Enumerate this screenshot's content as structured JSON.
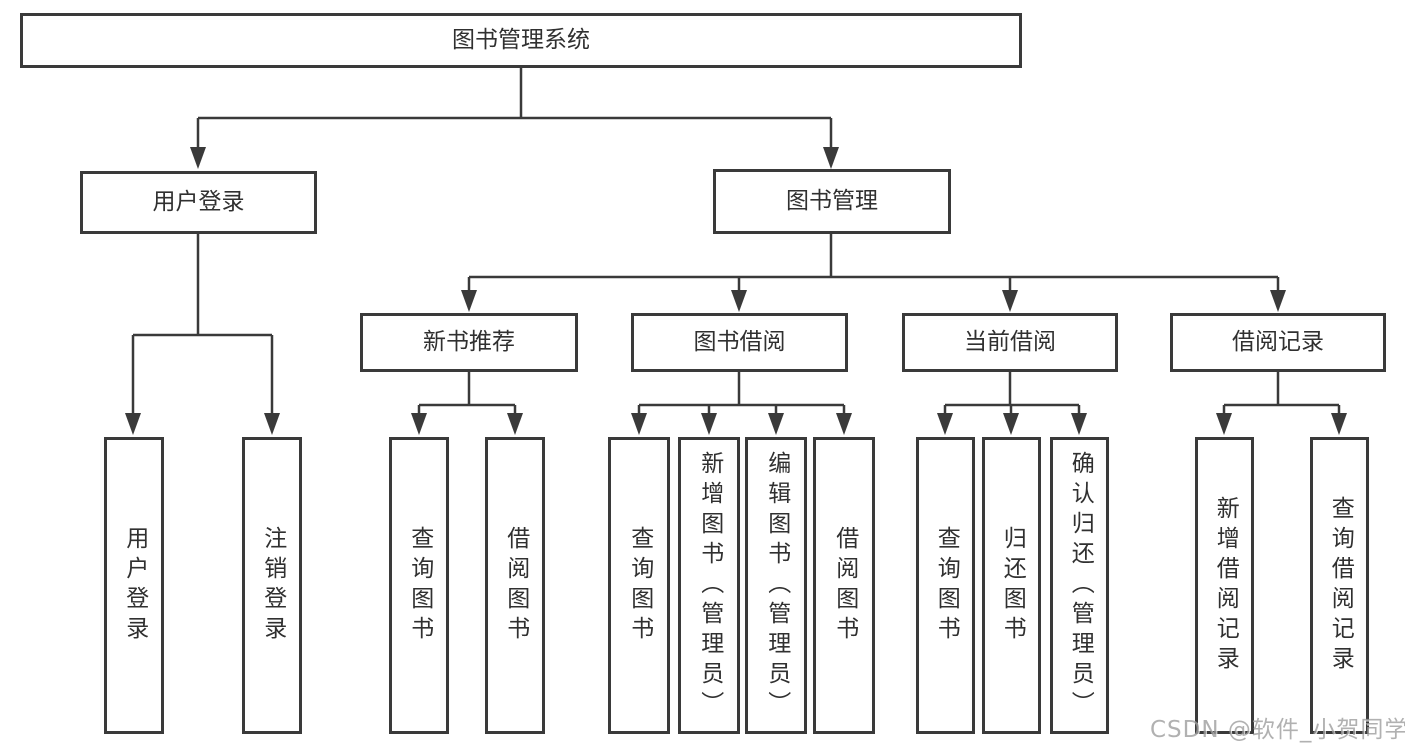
{
  "colors": {
    "line": "#3a3a3a",
    "text": "#303030",
    "box_background": "#ffffff",
    "page_background": "#ffffff",
    "watermark": "#9e9e9e"
  },
  "watermark": {
    "text": "CSDN @软件_小贺同学"
  },
  "diagram": {
    "root": {
      "label": "图书管理系统"
    },
    "level2": [
      {
        "label": "用户登录"
      },
      {
        "label": "图书管理"
      }
    ],
    "level3": [
      {
        "label": "新书推荐",
        "parent": "图书管理"
      },
      {
        "label": "图书借阅",
        "parent": "图书管理"
      },
      {
        "label": "当前借阅",
        "parent": "图书管理"
      },
      {
        "label": "借阅记录",
        "parent": "图书管理"
      }
    ],
    "leaves": [
      {
        "label": "用户登录",
        "parent": "用户登录"
      },
      {
        "label": "注销登录",
        "parent": "用户登录"
      },
      {
        "label": "查询图书",
        "parent": "新书推荐"
      },
      {
        "label": "借阅图书",
        "parent": "新书推荐"
      },
      {
        "label": "查询图书",
        "parent": "图书借阅"
      },
      {
        "label": "新增图书（管理员）",
        "parent": "图书借阅"
      },
      {
        "label": "编辑图书（管理员）",
        "parent": "图书借阅"
      },
      {
        "label": "借阅图书",
        "parent": "图书借阅"
      },
      {
        "label": "查询图书",
        "parent": "当前借阅"
      },
      {
        "label": "归还图书",
        "parent": "当前借阅"
      },
      {
        "label": "确认归还（管理员）",
        "parent": "当前借阅"
      },
      {
        "label": "新增借阅记录",
        "parent": "借阅记录"
      },
      {
        "label": "查询借阅记录",
        "parent": "借阅记录"
      }
    ]
  }
}
